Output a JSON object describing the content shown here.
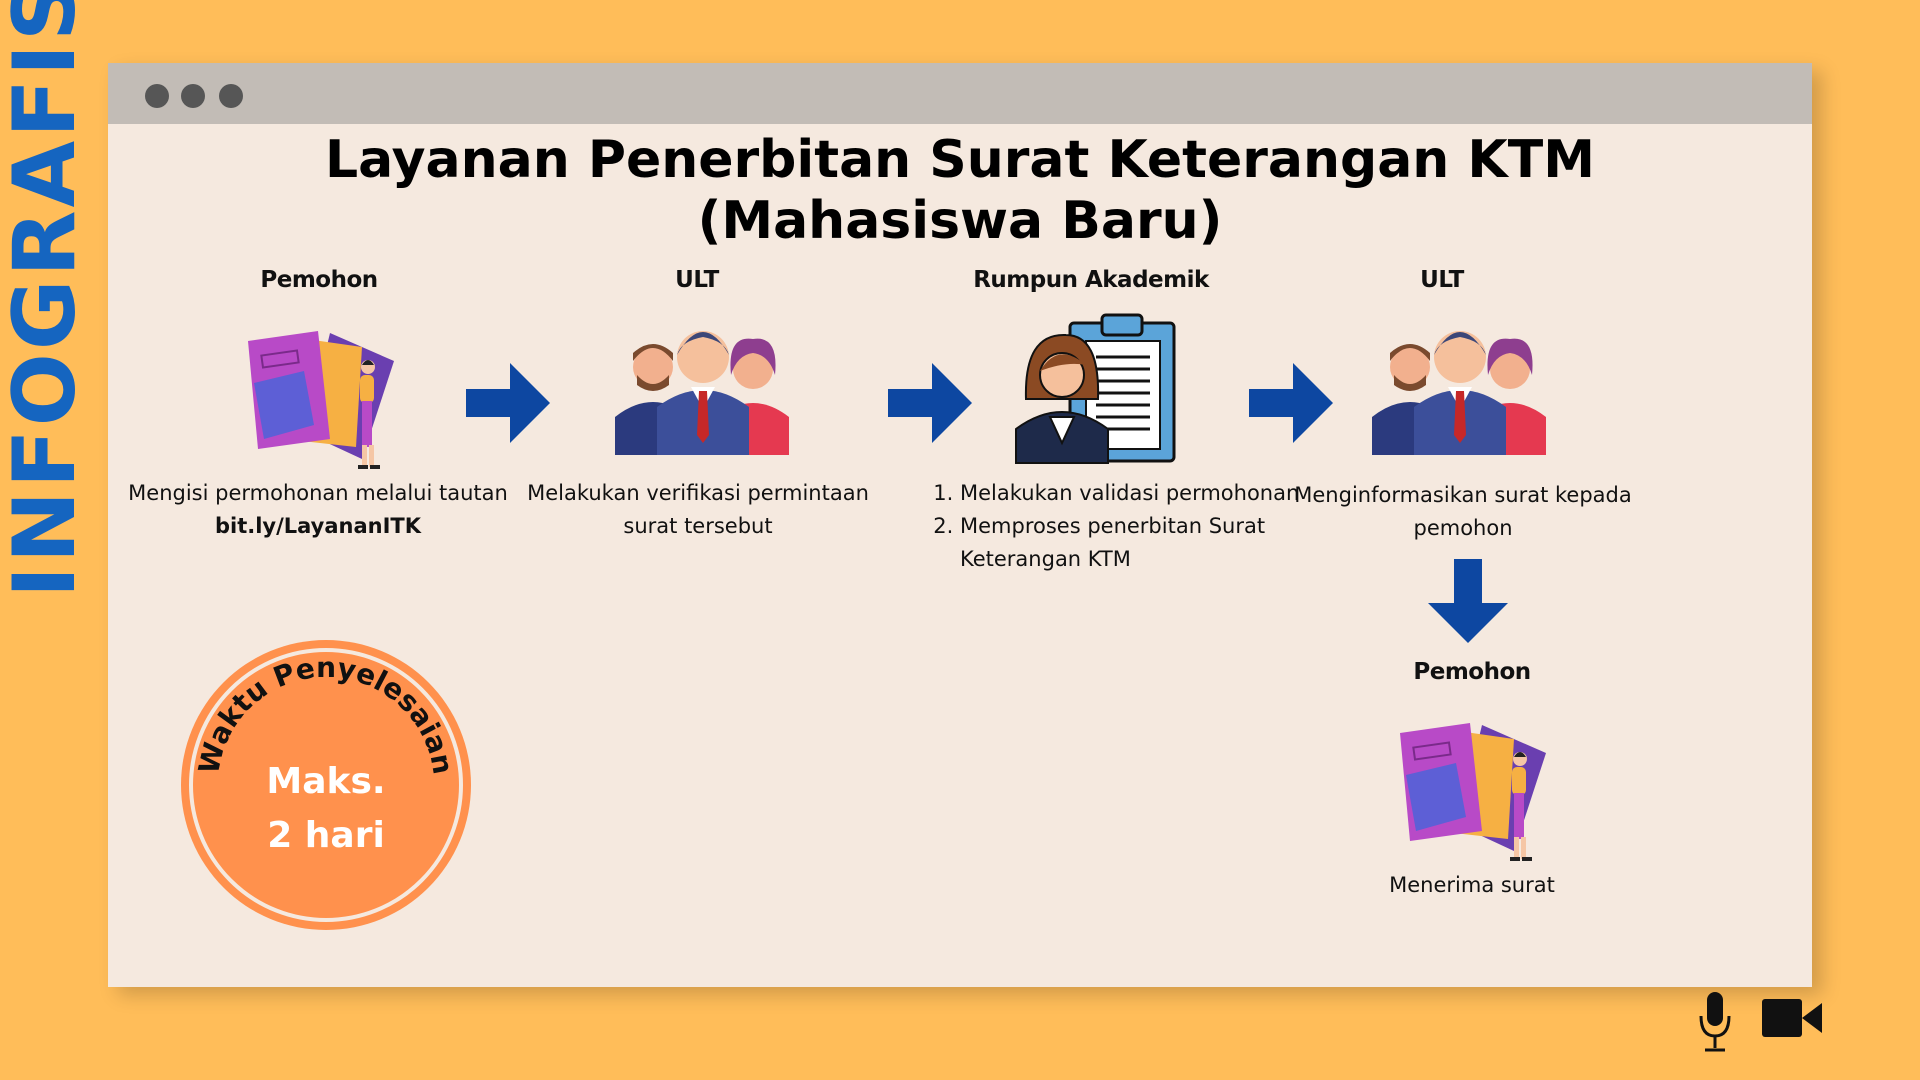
{
  "side_title": "INFOGRAFIS",
  "title_line1": "Layanan Penerbitan Surat Keterangan KTM",
  "title_line2": "(Mahasiswa Baru)",
  "roles": {
    "step1": "Pemohon",
    "step2": "ULT",
    "step3": "Rumpun Akademik",
    "step4": "ULT",
    "step5": "Pemohon"
  },
  "descriptions": {
    "step1": "Mengisi permohonan melalui tautan",
    "step1_link": "bit.ly/LayananITK",
    "step2": "Melakukan verifikasi permintaan surat tersebut",
    "step3_items": [
      "Melakukan validasi permohonan",
      "Memproses penerbitan Surat Keterangan KTM"
    ],
    "step4": "Menginformasikan surat kepada pemohon",
    "step5": "Menerima surat"
  },
  "badge": {
    "arc_text": "Waktu Penyelesaian",
    "line1": "Maks.",
    "line2": "2 hari"
  },
  "icons": [
    "documents-person-icon",
    "team-icon",
    "administrator-clipboard-icon",
    "arrow-right-icon",
    "arrow-down-icon",
    "microphone-icon",
    "video-camera-icon"
  ],
  "colors": {
    "background": "#FFBD59",
    "panel": "#F5E9DF",
    "titlebar": "#C2BCB6",
    "side_title": "#1565C0",
    "arrow": "#0D47A1",
    "badge_fill": "#FF914D"
  }
}
